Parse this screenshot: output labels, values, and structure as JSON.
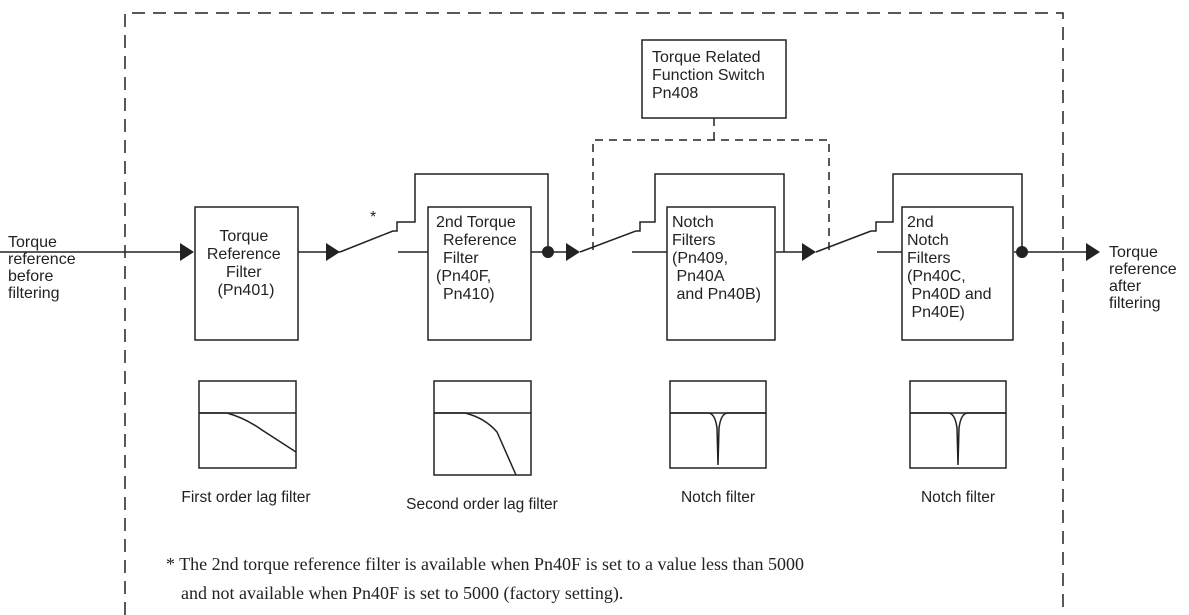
{
  "input_label": [
    "Torque",
    "reference",
    "before",
    "filtering"
  ],
  "output_label": [
    "Torque",
    "reference",
    "after",
    "filtering"
  ],
  "switch_box": [
    "Torque Related",
    "Function Switch",
    "Pn408"
  ],
  "filters": [
    {
      "lines": [
        "Torque",
        "Reference",
        "Filter",
        "(Pn401)"
      ],
      "caption": "First order lag filter"
    },
    {
      "lines": [
        "2nd Torque",
        "Reference",
        "Filter",
        "(Pn40F,",
        "Pn410)"
      ],
      "caption": "Second order lag filter"
    },
    {
      "lines": [
        "Notch",
        "Filters",
        "(Pn409,",
        " Pn40A",
        " and Pn40B)"
      ],
      "caption": "Notch filter"
    },
    {
      "lines": [
        "2nd",
        "Notch",
        "Filters",
        "(Pn40C,",
        " Pn40D and",
        " Pn40E)"
      ],
      "caption": "Notch filter"
    }
  ],
  "asterisk": "*",
  "footnote": [
    "* The 2nd torque reference filter is available when Pn40F is set to a value less than 5000",
    "and not available when Pn40F is set to 5000 (factory setting)."
  ]
}
